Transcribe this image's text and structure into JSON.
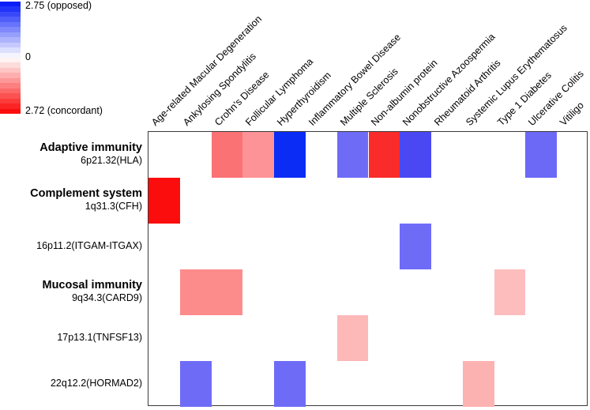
{
  "legend": {
    "top_label": "2.75 (opposed)",
    "mid_label": "0",
    "bottom_label": "2.72 (concordant)",
    "opposed_color": "#0a1ef8",
    "concordant_color": "#fb0d0d",
    "zero_color": "#ffffff"
  },
  "columns": [
    "Age-related Macular Degeneration",
    "Ankylosing Spondylitis",
    "Crohn's Disease",
    "Follicular Lymphoma",
    "Hyperthyroidism",
    "Inflammatory Bowel Disease",
    "Multiple Sclerosis",
    "Non-albumin protein",
    "Nonobstructive Azoospermia",
    "Rheumatoid Arthritis",
    "Systemic Lupus Erythematosus",
    "Type 1 Diabetes",
    "Ulcerative Colitis",
    "Vitiligo"
  ],
  "rows": [
    {
      "category": "Adaptive immunity",
      "locus": "6p21.32(HLA)"
    },
    {
      "category": "Complement system",
      "locus": "1q31.3(CFH)"
    },
    {
      "category": "",
      "locus": "16p11.2(ITGAM-ITGAX)"
    },
    {
      "category": "Mucosal immunity",
      "locus": "9q34.3(CARD9)"
    },
    {
      "category": "",
      "locus": "17p13.1(TNFSF13)"
    },
    {
      "category": "",
      "locus": "22q12.2(HORMAD2)"
    }
  ],
  "chart_data": {
    "type": "heatmap",
    "title": "",
    "xlabel": "",
    "ylabel": "",
    "grid": false,
    "legend_position": "top-left",
    "colorbar": {
      "min_value": -2.75,
      "max_value": 2.72,
      "min_label": "2.75 (opposed)",
      "zero_label": "0",
      "max_label": "2.72 (concordant)",
      "negative_color": "#0a1ef8",
      "positive_color": "#fb0d0d"
    },
    "x_categories": [
      "Age-related Macular Degeneration",
      "Ankylosing Spondylitis",
      "Crohn's Disease",
      "Follicular Lymphoma",
      "Hyperthyroidism",
      "Inflammatory Bowel Disease",
      "Multiple Sclerosis",
      "Non-albumin protein",
      "Nonobstructive Azoospermia",
      "Rheumatoid Arthritis",
      "Systemic Lupus Erythematosus",
      "Type 1 Diabetes",
      "Ulcerative Colitis",
      "Vitiligo"
    ],
    "y_categories": [
      "6p21.32(HLA)",
      "1q31.3(CFH)",
      "16p11.2(ITGAM-ITGAX)",
      "9q34.3(CARD9)",
      "17p13.1(TNFSF13)",
      "22q12.2(HORMAD2)"
    ],
    "cells": [
      {
        "row": 0,
        "col": 2,
        "value": 1.55,
        "color": "#fb7275"
      },
      {
        "row": 0,
        "col": 3,
        "value": 1.15,
        "color": "#fd9396"
      },
      {
        "row": 0,
        "col": 4,
        "value": -2.6,
        "color": "#0a2cf5"
      },
      {
        "row": 0,
        "col": 6,
        "value": -1.35,
        "color": "#6e6cf7"
      },
      {
        "row": 0,
        "col": 7,
        "value": 2.5,
        "color": "#fa2b2b"
      },
      {
        "row": 0,
        "col": 8,
        "value": -1.95,
        "color": "#4a48f2"
      },
      {
        "row": 0,
        "col": 12,
        "value": -1.4,
        "color": "#6b69f6"
      },
      {
        "row": 1,
        "col": 0,
        "value": 2.72,
        "color": "#fc0d0d"
      },
      {
        "row": 2,
        "col": 8,
        "value": -1.35,
        "color": "#6e6cf7"
      },
      {
        "row": 3,
        "col": 1,
        "value": 1.25,
        "color": "#fc8c8c"
      },
      {
        "row": 3,
        "col": 2,
        "value": 1.25,
        "color": "#fc8c8c"
      },
      {
        "row": 3,
        "col": 11,
        "value": 0.7,
        "color": "#fdbdbd"
      },
      {
        "row": 4,
        "col": 6,
        "value": 0.72,
        "color": "#fdb8b8"
      },
      {
        "row": 5,
        "col": 1,
        "value": -1.35,
        "color": "#6e6cf7"
      },
      {
        "row": 5,
        "col": 4,
        "value": -1.35,
        "color": "#6e6cf7"
      },
      {
        "row": 5,
        "col": 10,
        "value": 0.8,
        "color": "#fdb2b2"
      }
    ]
  }
}
